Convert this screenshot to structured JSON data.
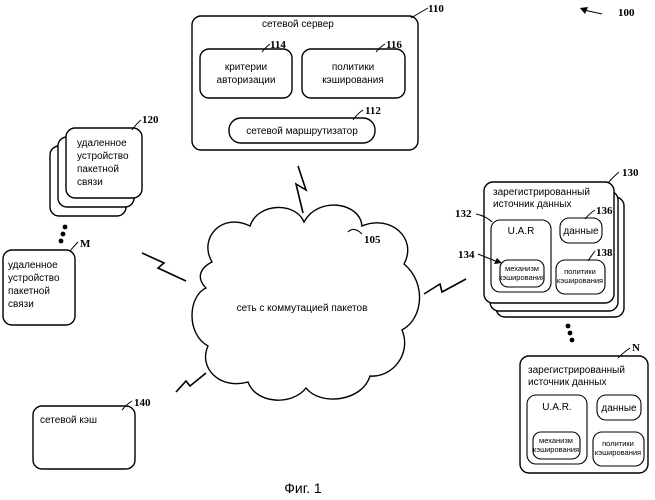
{
  "figure_ref": "100",
  "caption": "Фиг. 1",
  "server": {
    "ref": "110",
    "title": "сетевой сервер",
    "auth": {
      "ref": "114",
      "line1": "критерии",
      "line2": "авторизации"
    },
    "cache_policy": {
      "ref": "116",
      "line1": "политики",
      "line2": "кэширования"
    },
    "router": {
      "ref": "112",
      "label": "сетевой маршрутизатор"
    }
  },
  "network": {
    "ref": "105",
    "label": "сеть с коммутацией пакетов"
  },
  "remote_device": {
    "ref": "120",
    "line1": "удаленное",
    "line2": "устройство",
    "line3": "пакетной",
    "line4": "связи"
  },
  "remote_device_m": {
    "ref": "M",
    "line1": "удаленное",
    "line2": "устройство",
    "line3": "пакетной",
    "line4": "связи"
  },
  "net_cache": {
    "ref": "140",
    "label": "сетевой кэш"
  },
  "source_130": {
    "ref": "130",
    "line1": "зарегистрированный",
    "line2": "источник данных",
    "uar": {
      "ref": "132",
      "label": "U.A.R"
    },
    "mechanism": {
      "ref": "134",
      "line1": "механизм",
      "line2": "кэширования"
    },
    "data": {
      "ref": "136",
      "label": "данные"
    },
    "policies": {
      "ref": "138",
      "line1": "политики",
      "line2": "кэширования"
    }
  },
  "source_n": {
    "ref": "N",
    "line1": "зарегистрированный",
    "line2": "источник данных",
    "uar": {
      "label": "U.A.R."
    },
    "data": {
      "label": "данные"
    },
    "mechanism": {
      "line1": "механизм",
      "line2": "кэширования"
    },
    "policies": {
      "line1": "политики",
      "line2": "кэширования"
    }
  }
}
